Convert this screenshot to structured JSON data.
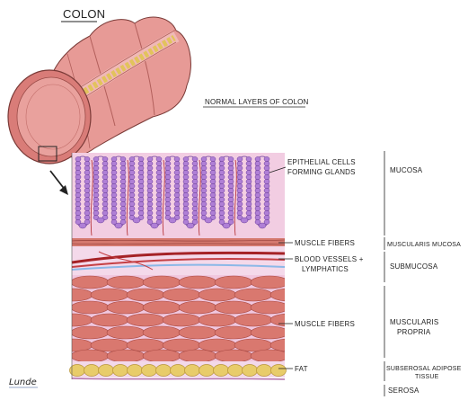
{
  "title": "COLON",
  "subtitle": "NORMAL LAYERS OF COLON",
  "signature": "Lunde",
  "annotations": [
    {
      "id": "epithelial",
      "lines": [
        "EPITHELIAL CELLS",
        "FORMING GLANDS"
      ]
    },
    {
      "id": "muscle-fibers-upper",
      "lines": [
        "MUSCLE FIBERS"
      ]
    },
    {
      "id": "blood-vessels",
      "lines": [
        "BLOOD VESSELS +",
        "LYMPHATICS"
      ]
    },
    {
      "id": "muscle-fibers-lower",
      "lines": [
        "MUSCLE FIBERS"
      ]
    },
    {
      "id": "fat",
      "lines": [
        "FAT"
      ]
    }
  ],
  "layers": [
    {
      "id": "mucosa",
      "lines": [
        "MUCOSA"
      ]
    },
    {
      "id": "muscularis-mucosa",
      "lines": [
        "MUSCULARIS MUCOSA"
      ]
    },
    {
      "id": "submucosa",
      "lines": [
        "SUBMUCOSA"
      ]
    },
    {
      "id": "muscularis-propria",
      "lines": [
        "MUSCULARIS",
        "PROPRIA"
      ]
    },
    {
      "id": "subserosal",
      "lines": [
        "SUBSEROSAL ADIPOSE",
        "TISSUE"
      ]
    },
    {
      "id": "serosa",
      "lines": [
        "SEROSA"
      ]
    }
  ],
  "colors": {
    "colon": "#e8928f",
    "colon_dark": "#c8706c",
    "mucosa_bg": "#f4cfe3",
    "gland": "#b07fd6",
    "gland_dark": "#6b3e9c",
    "muscle": "#d9786f",
    "muscle_dark": "#a94a43",
    "vessel": "#b1272a",
    "lymph": "#8fb9e6",
    "fat": "#e8cc6a",
    "fat_dark": "#b89436"
  }
}
